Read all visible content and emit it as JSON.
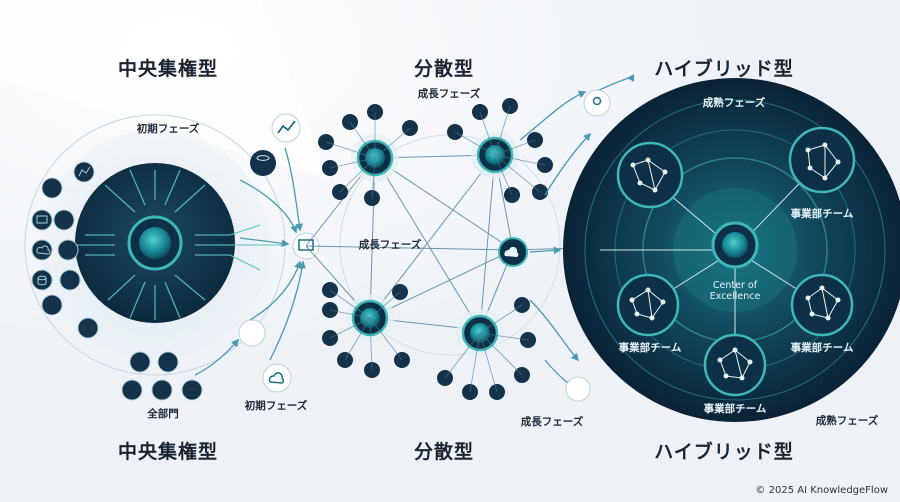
{
  "titles": {
    "central_top": "中央集権型",
    "distributed_top": "分散型",
    "hybrid_top": "ハイブリッド型",
    "central_bottom": "中央集権型",
    "distributed_bottom": "分散型",
    "hybrid_bottom": "ハイブリッド型"
  },
  "labels": {
    "central_initial_phase": "初期フェーズ",
    "central_all_departments": "全部門",
    "initial_phase_bottom": "初期フェーズ",
    "distributed_growth_top": "成長フェーズ",
    "distributed_growth_middle": "成長フェーズ",
    "growth_phase_bottom": "成長フェーズ",
    "hybrid_mature_top": "成熟フェーズ",
    "hybrid_mature_bottom": "成熟フェーズ",
    "hybrid_team_1": "事業部チーム",
    "hybrid_team_2": "事業部チーム",
    "hybrid_team_3": "事業部チーム",
    "hybrid_team_4": "事業部チーム",
    "center_line1": "Center of",
    "center_line2": "Excellence"
  },
  "footer": {
    "copyright": "© 2025 AI KnowledgeFlow"
  },
  "colors": {
    "navy": "#0f2e45",
    "deep": "#0b2538",
    "teal": "#1e8a96",
    "teal_light": "#3fb6b8",
    "arrow": "#4b9bb0"
  }
}
